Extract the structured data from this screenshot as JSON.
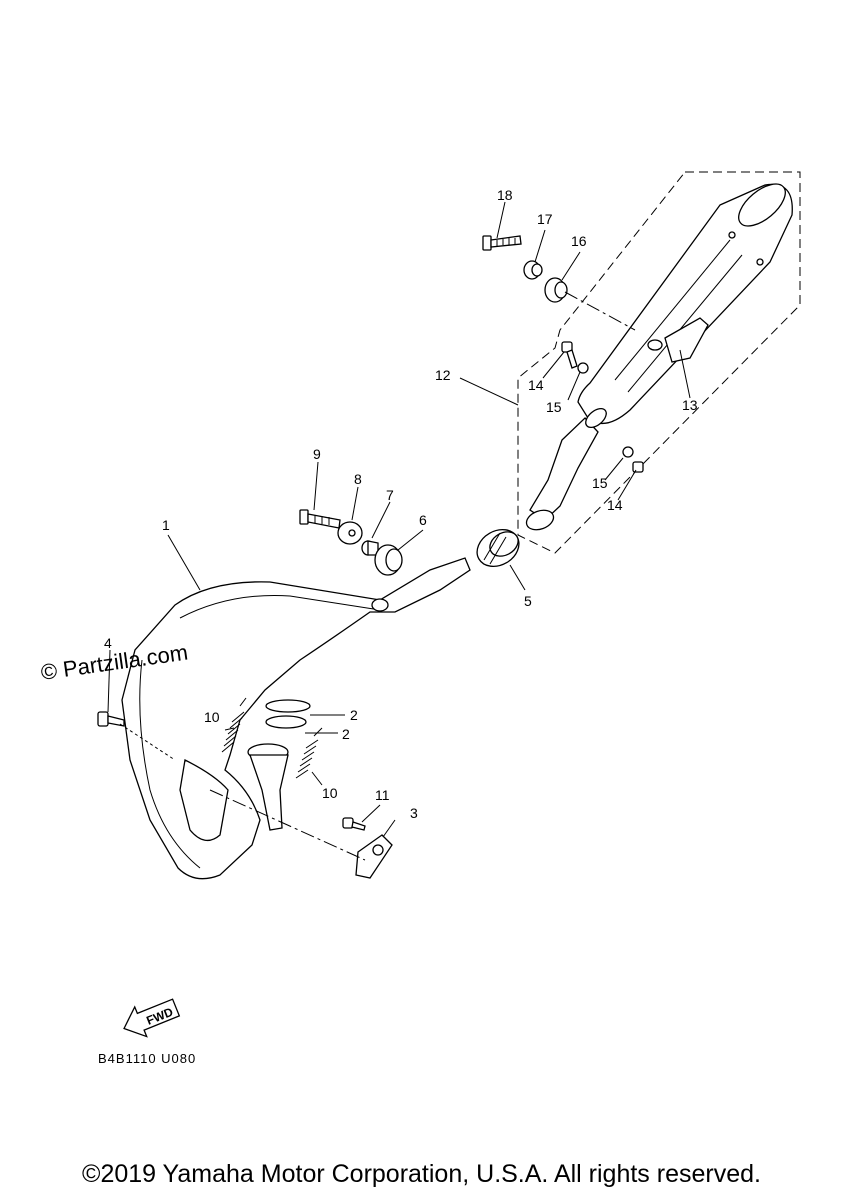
{
  "diagram": {
    "callouts": [
      {
        "id": "c1",
        "label": "1"
      },
      {
        "id": "c2a",
        "label": "2"
      },
      {
        "id": "c2b",
        "label": "2"
      },
      {
        "id": "c3",
        "label": "3"
      },
      {
        "id": "c4",
        "label": "4"
      },
      {
        "id": "c5",
        "label": "5"
      },
      {
        "id": "c6",
        "label": "6"
      },
      {
        "id": "c7",
        "label": "7"
      },
      {
        "id": "c8",
        "label": "8"
      },
      {
        "id": "c9",
        "label": "9"
      },
      {
        "id": "c10a",
        "label": "10"
      },
      {
        "id": "c10b",
        "label": "10"
      },
      {
        "id": "c11",
        "label": "11"
      },
      {
        "id": "c12",
        "label": "12"
      },
      {
        "id": "c13",
        "label": "13"
      },
      {
        "id": "c14a",
        "label": "14"
      },
      {
        "id": "c14b",
        "label": "14"
      },
      {
        "id": "c15a",
        "label": "15"
      },
      {
        "id": "c15b",
        "label": "15"
      },
      {
        "id": "c16",
        "label": "16"
      },
      {
        "id": "c17",
        "label": "17"
      },
      {
        "id": "c18",
        "label": "18"
      }
    ],
    "diagram_code": "B4B1110 U080",
    "fwd_label": "FWD",
    "watermark": "© Partzilla.com"
  },
  "footer": {
    "copyright": "©2019 Yamaha Motor Corporation, U.S.A. All rights reserved."
  }
}
